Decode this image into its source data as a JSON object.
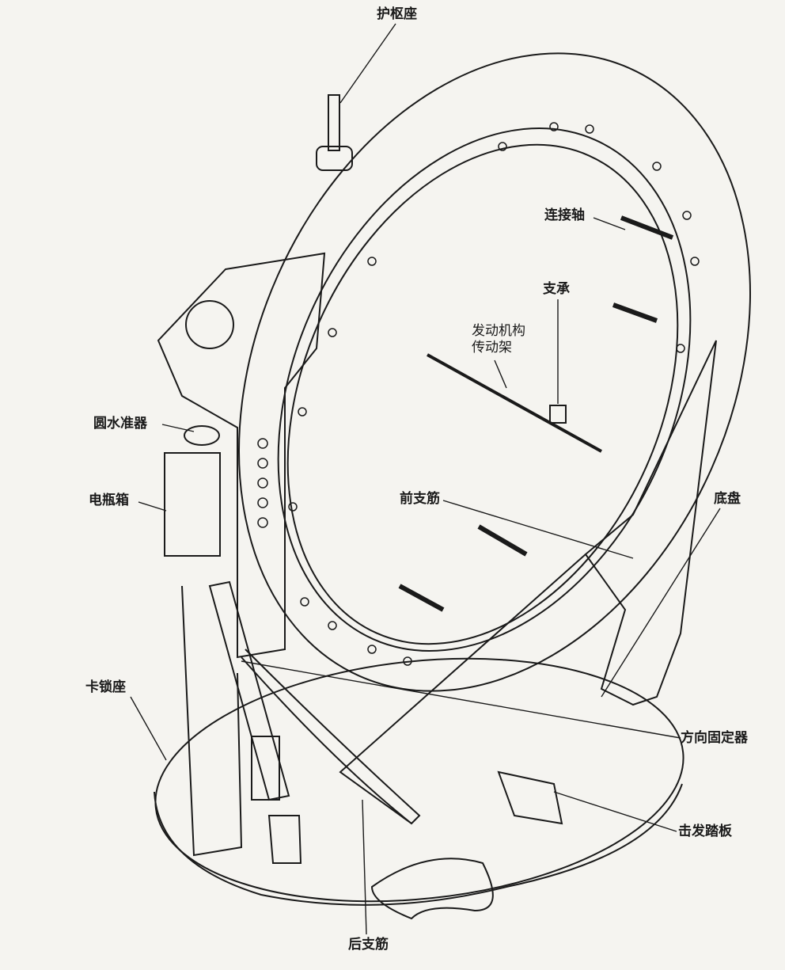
{
  "labels": {
    "pivot_seat": "护枢座",
    "connecting_shaft": "连接轴",
    "support": "支承",
    "firing_mechanism_line1": "发动机构",
    "firing_mechanism_line2": "传动架",
    "circular_level": "圆水准器",
    "battery_box": "电瓶箱",
    "front_rib": "前支筋",
    "base_plate": "底盘",
    "latch_seat": "卡锁座",
    "direction_lock": "方向固定器",
    "firing_pedal": "击发踏板",
    "rear_rib": "后支筋"
  },
  "colors": {
    "ink": "#1a1a1a",
    "paper": "#f5f4f0"
  }
}
